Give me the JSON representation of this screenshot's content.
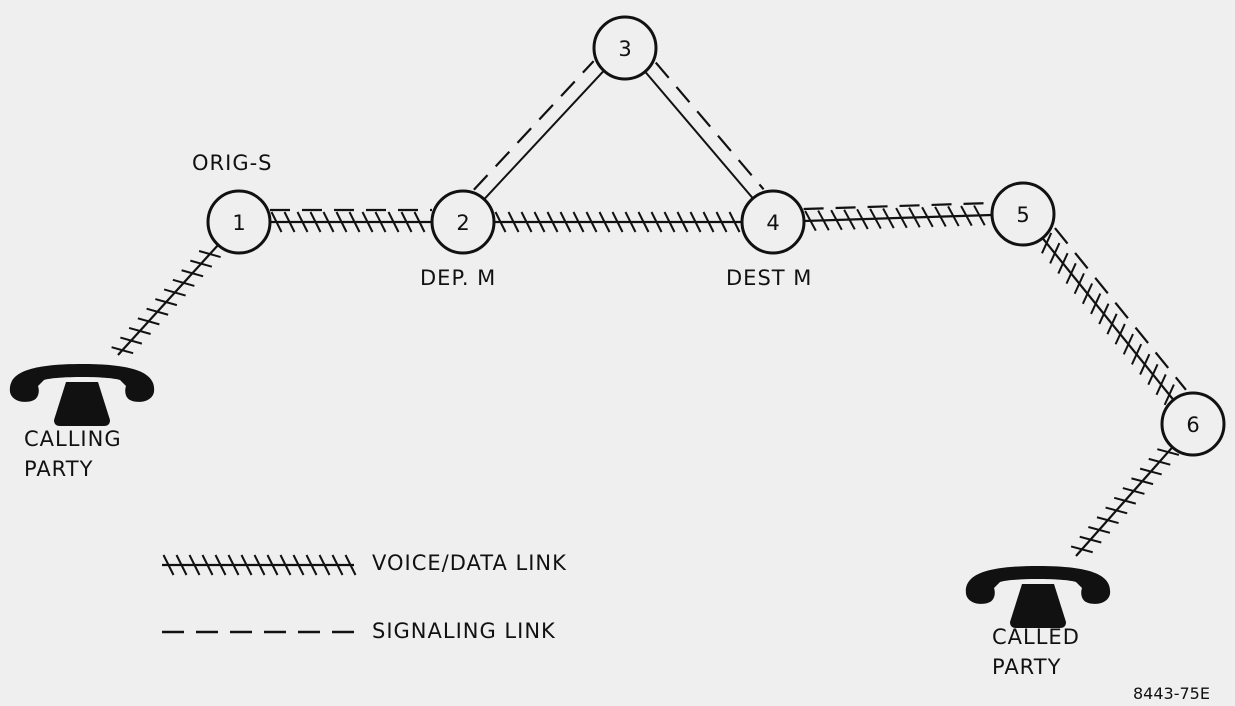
{
  "nodes": [
    {
      "id": "1",
      "label": "1"
    },
    {
      "id": "2",
      "label": "2"
    },
    {
      "id": "3",
      "label": "3"
    },
    {
      "id": "4",
      "label": "4"
    },
    {
      "id": "5",
      "label": "5"
    },
    {
      "id": "6",
      "label": "6"
    }
  ],
  "node_labels": {
    "orig": "ORIG-S",
    "dep": "DEP. M",
    "dest": "DEST M"
  },
  "calling_party": {
    "line1": "CALLING",
    "line2": "PARTY"
  },
  "called_party": {
    "line1": "CALLED",
    "line2": "PARTY"
  },
  "legend": {
    "voice_data": "VOICE/DATA LINK",
    "signaling": "SIGNALING LINK"
  },
  "figure_id": "8443-75E",
  "links": [
    {
      "from": "calling-party",
      "to": "1",
      "type": "voice_data",
      "signaling": false
    },
    {
      "from": "1",
      "to": "2",
      "type": "voice_data",
      "signaling": true
    },
    {
      "from": "2",
      "to": "4",
      "type": "voice_data",
      "signaling": false
    },
    {
      "from": "2",
      "to": "3",
      "type": "plain",
      "signaling": true
    },
    {
      "from": "3",
      "to": "4",
      "type": "plain",
      "signaling": true
    },
    {
      "from": "4",
      "to": "5",
      "type": "voice_data",
      "signaling": true
    },
    {
      "from": "5",
      "to": "6",
      "type": "voice_data",
      "signaling": true
    },
    {
      "from": "6",
      "to": "called-party",
      "type": "voice_data",
      "signaling": false
    }
  ],
  "colors": {
    "background": "#efefef",
    "ink": "#111111"
  }
}
